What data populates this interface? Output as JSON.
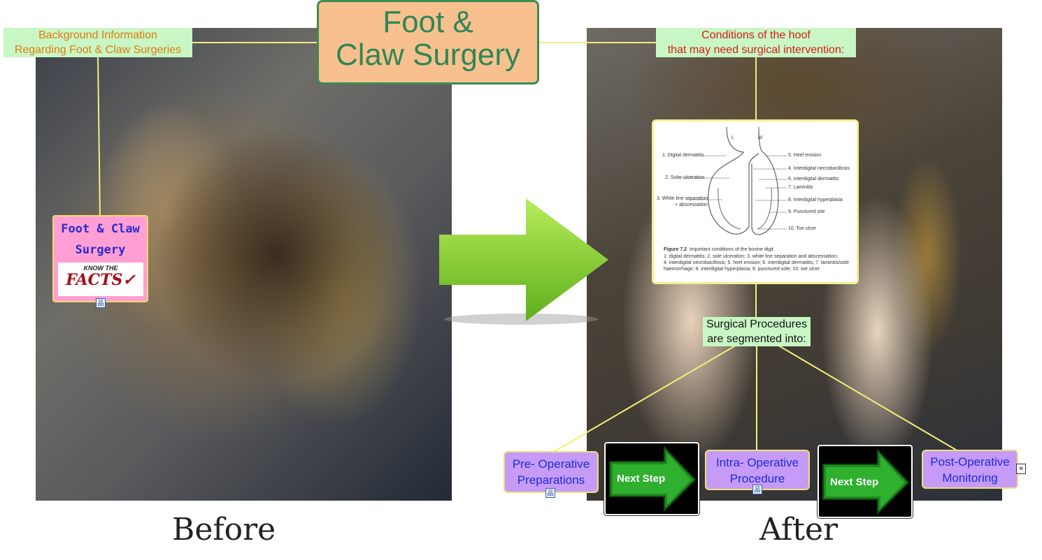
{
  "title": {
    "line1": "Foot &",
    "line2": "Claw Surgery"
  },
  "background_info": {
    "line1": "Background Information",
    "line2": "Regarding Foot & Claw Surgeries"
  },
  "conditions": {
    "line1": "Conditions of the hoof",
    "line2": "that may need surgical intervention:"
  },
  "facts_card": {
    "line1": "Foot & Claw",
    "line2": "Surgery",
    "logo_top": "KNOW THE",
    "logo_main": "FACTS"
  },
  "segmented": {
    "line1": "Surgical Procedures",
    "line2": "are segmented into:"
  },
  "steps": [
    {
      "line1": "Pre- Operative",
      "line2": "Preparations"
    },
    {
      "line1": "Intra- Operative",
      "line2": "Procedure"
    },
    {
      "line1": "Post-Operative",
      "line2": "Monitoring"
    }
  ],
  "next_step_label": "Next Step",
  "captions": {
    "before": "Before",
    "after": "After"
  },
  "expand_glyph": "»",
  "map_icon_glyph": "品",
  "figure": {
    "digit_left": "L",
    "digit_right": "M",
    "labels_left": [
      "1. Digital dermatitis",
      "2. Solar ulceration",
      "3. White line separation",
      "+ abscessation"
    ],
    "labels_right": [
      "5. Heel erosion",
      "4. Interdigital necrobacillosis",
      "6. Interdigital dermatitis",
      "7. Laminitis",
      "8. Interdigital hyperplasia",
      "9. Punctured site",
      "10. Toe ulcer"
    ],
    "caption_title": "Figure 7.2",
    "caption_head": "Important conditions of the bovine digit.",
    "caption_lines": [
      "1. digital dermatitis; 2. sole ulceration; 3. white line separation and abscessation;",
      "4. interdigital necrobacillosis; 5. heel erosion; 6. interdigital dermatitis; 7. laminitis/sole",
      "haemorrhage; 8. interdigital hyperplasia; 9. punctured sole; 10. toe ulcer."
    ]
  },
  "colors": {
    "title_bg": "#f9c08f",
    "title_text": "#2f8755",
    "label_bg": "#c8f7c5",
    "label_orange": "#e07a10",
    "label_red": "#d61a1a",
    "step_bg": "#c59bf7",
    "step_text": "#1f2bd6",
    "connector": "#f4ef7a",
    "arrow_green": "#7fcf2a"
  }
}
